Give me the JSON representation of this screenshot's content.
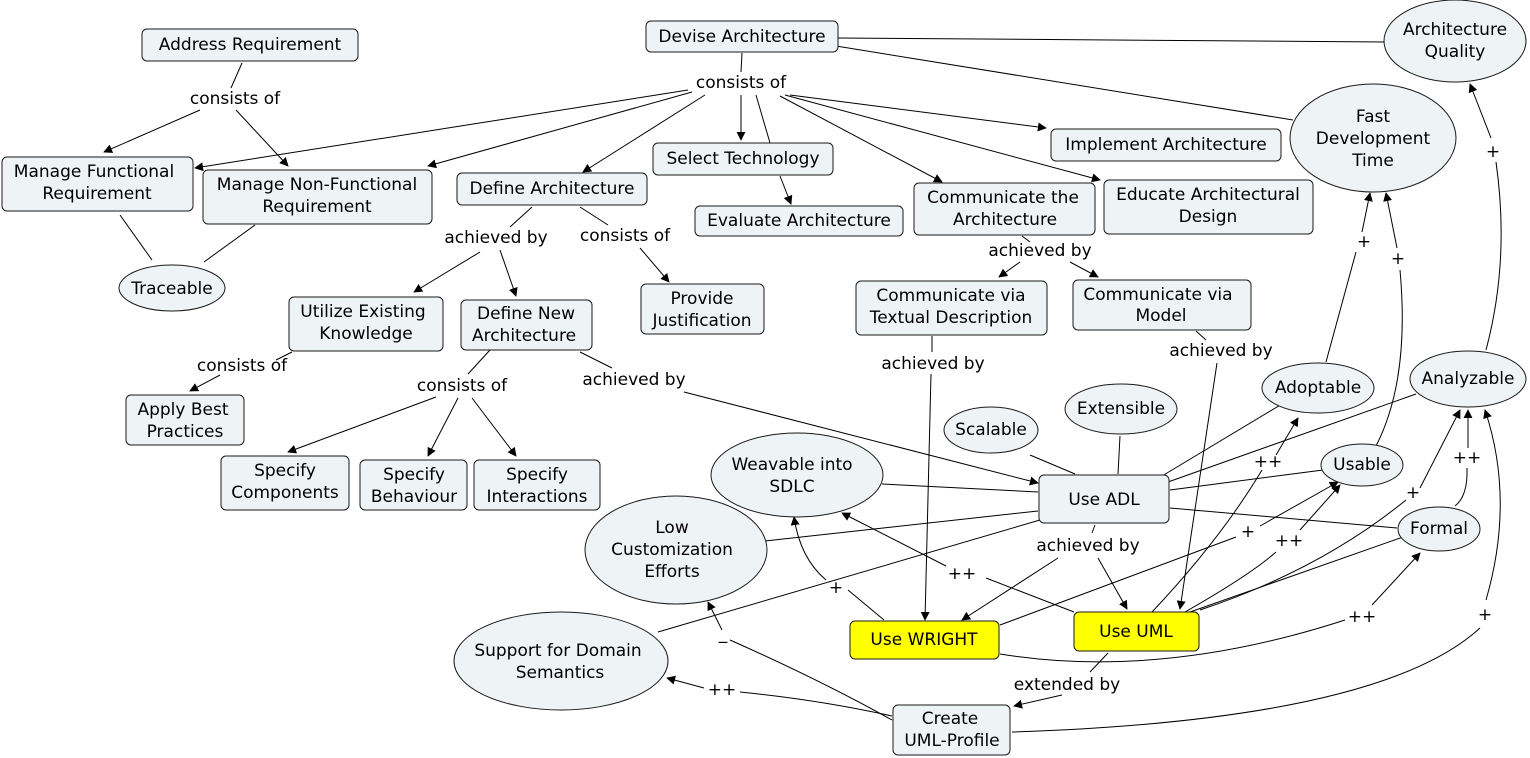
{
  "nodes": {
    "address_req": "Address Requirement",
    "devise_arch": "Devise Architecture",
    "arch_quality": [
      "Architecture",
      "Quality"
    ],
    "manage_func": [
      "Manage Functional",
      "Requirement"
    ],
    "manage_nonfunc": [
      "Manage Non-Functional",
      "Requirement"
    ],
    "define_arch": "Define Architecture",
    "select_tech": "Select Technology",
    "implement_arch": "Implement Architecture",
    "fast_dev": [
      "Fast",
      "Development",
      "Time"
    ],
    "evaluate_arch": "Evaluate Architecture",
    "communicate_arch": [
      "Communicate the",
      "Architecture"
    ],
    "educate_arch": [
      "Educate Architectural",
      "Design"
    ],
    "traceable": "Traceable",
    "utilize_existing": [
      "Utilize Existing",
      "Knowledge"
    ],
    "define_new": [
      "Define New",
      "Architecture"
    ],
    "provide_just": [
      "Provide",
      "Justification"
    ],
    "comm_textual": [
      "Communicate via",
      "Textual Description"
    ],
    "comm_model": [
      "Communicate via",
      "Model"
    ],
    "apply_best": [
      "Apply Best",
      "Practices"
    ],
    "adoptable": "Adoptable",
    "analyzable": "Analyzable",
    "extensible": "Extensible",
    "scalable": "Scalable",
    "specify_comp": [
      "Specify",
      "Components"
    ],
    "specify_behav": [
      "Specify",
      "Behaviour"
    ],
    "specify_inter": [
      "Specify",
      "Interactions"
    ],
    "weavable": [
      "Weavable into",
      "SDLC"
    ],
    "use_adl": "Use ADL",
    "usable": "Usable",
    "formal": "Formal",
    "low_custom": [
      "Low",
      "Customization",
      "Efforts"
    ],
    "use_wright": "Use WRIGHT",
    "use_uml": "Use UML",
    "support_domain": [
      "Support for Domain",
      "Semantics"
    ],
    "create_uml_profile": [
      "Create",
      "UML-Profile"
    ]
  },
  "link_labels": {
    "consists_of_1": "consists of",
    "consists_of_2": "consists of",
    "achieved_by_1": "achieved by",
    "consists_of_3": "consists of",
    "achieved_by_2": "achieved by",
    "consists_of_4": "consists of",
    "consists_of_5": "consists of",
    "achieved_by_3": "achieved by",
    "achieved_by_4": "achieved by",
    "achieved_by_5": "achieved by",
    "achieved_by_6": "achieved by",
    "extended_by": "extended by",
    "plus_1": "+",
    "plus_2": "+",
    "plus_3": "+",
    "plus_4": "+",
    "plus_5": "+",
    "plus_6": "+",
    "plusplus_1": "++",
    "plusplus_2": "++",
    "plusplus_3": "++",
    "plusplus_4": "++",
    "plusplus_5": "++",
    "minus_1": "_",
    "plus_7": "+"
  },
  "colors": {
    "node_fill": "#eef3f5",
    "highlight_fill": "#ffff00",
    "stroke": "#1a1a1a"
  }
}
